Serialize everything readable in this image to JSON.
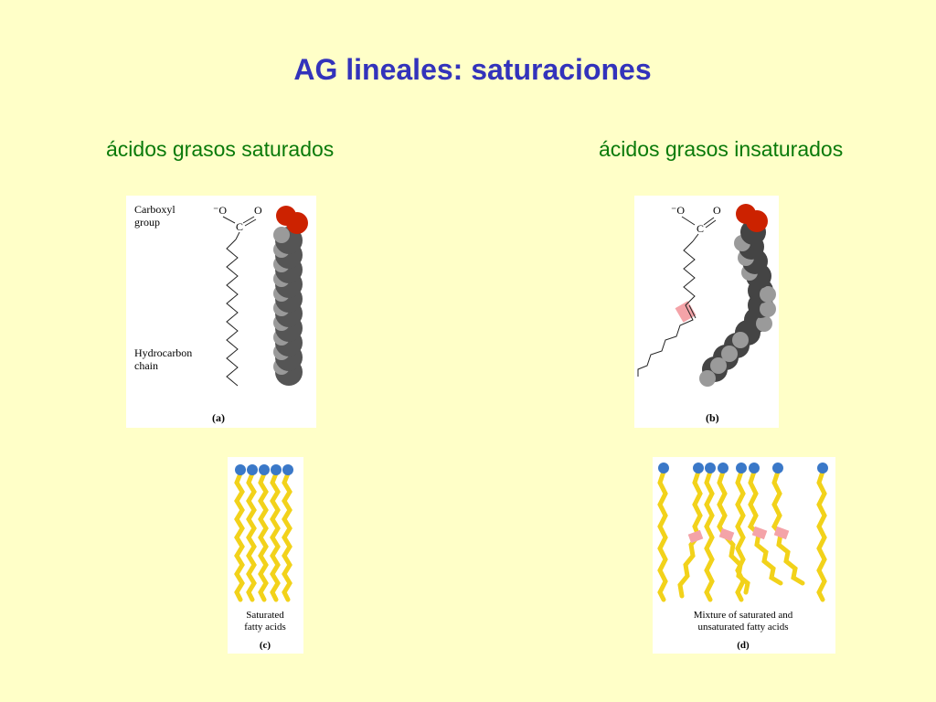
{
  "slide": {
    "title": "AG lineales: saturaciones",
    "left_heading": "ácidos grasos saturados",
    "right_heading": "ácidos grasos insaturados"
  },
  "panel_a": {
    "label_carboxyl_1": "Carboxyl",
    "label_carboxyl_2": "group",
    "label_hydro_1": "Hydrocarbon",
    "label_hydro_2": "chain",
    "atom_o_minus": "⁻O",
    "atom_o": "O",
    "atom_c": "C",
    "caption": "(a)"
  },
  "panel_b": {
    "atom_o_minus": "⁻O",
    "atom_o": "O",
    "atom_c": "C",
    "caption": "(b)"
  },
  "panel_c": {
    "label_1": "Saturated",
    "label_2": "fatty acids",
    "caption": "(c)"
  },
  "panel_d": {
    "label_1": "Mixture of saturated and",
    "label_2": "unsaturated fatty acids",
    "caption": "(d)"
  },
  "colors": {
    "background": "#ffffc8",
    "title": "#3333bb",
    "heading": "#0a7a0a",
    "oxygen": "#cc2200",
    "carbon": "#555555",
    "tail": "#f2d21a",
    "head": "#3a78c8",
    "kink": "#f4a3a8"
  }
}
